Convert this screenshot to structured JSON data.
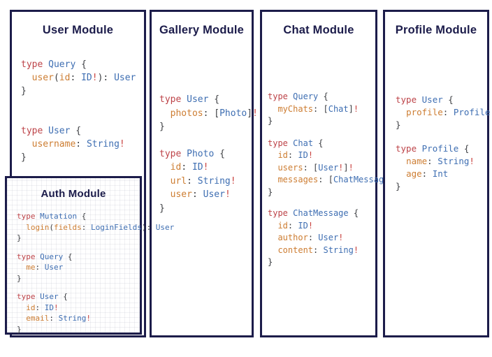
{
  "colors": {
    "border": "#1c1c4a",
    "title": "#1b1b4a",
    "keyword": "#bd4348",
    "type": "#3e6eb2",
    "field": "#cd7d32",
    "punct": "#3c3e42",
    "bang": "#c9423f"
  },
  "panels": [
    {
      "id": "user-module",
      "title": "User Module",
      "blocks": [
        [
          [
            {
              "c": "k",
              "t": "type"
            },
            {
              "c": "p",
              "t": " "
            },
            {
              "c": "t",
              "t": "Query"
            },
            {
              "c": "p",
              "t": " {"
            }
          ],
          [
            {
              "c": "p",
              "t": "  "
            },
            {
              "c": "f",
              "t": "user"
            },
            {
              "c": "p",
              "t": "("
            },
            {
              "c": "f",
              "t": "id"
            },
            {
              "c": "p",
              "t": ": "
            },
            {
              "c": "t",
              "t": "ID"
            },
            {
              "c": "b",
              "t": "!"
            },
            {
              "c": "p",
              "t": "): "
            },
            {
              "c": "t",
              "t": "User"
            }
          ],
          [
            {
              "c": "p",
              "t": "}"
            }
          ]
        ],
        [
          [
            {
              "c": "k",
              "t": "type"
            },
            {
              "c": "p",
              "t": " "
            },
            {
              "c": "t",
              "t": "User"
            },
            {
              "c": "p",
              "t": " {"
            }
          ],
          [
            {
              "c": "p",
              "t": "  "
            },
            {
              "c": "f",
              "t": "username"
            },
            {
              "c": "p",
              "t": ": "
            },
            {
              "c": "t",
              "t": "String"
            },
            {
              "c": "b",
              "t": "!"
            }
          ],
          [
            {
              "c": "p",
              "t": "}"
            }
          ]
        ]
      ]
    },
    {
      "id": "auth-module",
      "title": "Auth Module",
      "blocks": [
        [
          [
            {
              "c": "k",
              "t": "type"
            },
            {
              "c": "p",
              "t": " "
            },
            {
              "c": "t",
              "t": "Mutation"
            },
            {
              "c": "p",
              "t": " {"
            }
          ],
          [
            {
              "c": "p",
              "t": "  "
            },
            {
              "c": "f",
              "t": "login"
            },
            {
              "c": "p",
              "t": "("
            },
            {
              "c": "f",
              "t": "fields"
            },
            {
              "c": "p",
              "t": ": "
            },
            {
              "c": "t",
              "t": "LoginFields"
            },
            {
              "c": "p",
              "t": "): "
            },
            {
              "c": "t",
              "t": "User"
            }
          ],
          [
            {
              "c": "p",
              "t": "}"
            }
          ]
        ],
        [
          [
            {
              "c": "k",
              "t": "type"
            },
            {
              "c": "p",
              "t": " "
            },
            {
              "c": "t",
              "t": "Query"
            },
            {
              "c": "p",
              "t": " {"
            }
          ],
          [
            {
              "c": "p",
              "t": "  "
            },
            {
              "c": "f",
              "t": "me"
            },
            {
              "c": "p",
              "t": ": "
            },
            {
              "c": "t",
              "t": "User"
            }
          ],
          [
            {
              "c": "p",
              "t": "}"
            }
          ]
        ],
        [
          [
            {
              "c": "k",
              "t": "type"
            },
            {
              "c": "p",
              "t": " "
            },
            {
              "c": "t",
              "t": "User"
            },
            {
              "c": "p",
              "t": " {"
            }
          ],
          [
            {
              "c": "p",
              "t": "  "
            },
            {
              "c": "f",
              "t": "id"
            },
            {
              "c": "p",
              "t": ": "
            },
            {
              "c": "t",
              "t": "ID"
            },
            {
              "c": "b",
              "t": "!"
            }
          ],
          [
            {
              "c": "p",
              "t": "  "
            },
            {
              "c": "f",
              "t": "email"
            },
            {
              "c": "p",
              "t": ": "
            },
            {
              "c": "t",
              "t": "String"
            },
            {
              "c": "b",
              "t": "!"
            }
          ],
          [
            {
              "c": "p",
              "t": "}"
            }
          ]
        ]
      ]
    },
    {
      "id": "gallery-module",
      "title": "Gallery Module",
      "blocks": [
        [
          [
            {
              "c": "k",
              "t": "type"
            },
            {
              "c": "p",
              "t": " "
            },
            {
              "c": "t",
              "t": "User"
            },
            {
              "c": "p",
              "t": " {"
            }
          ],
          [
            {
              "c": "p",
              "t": "  "
            },
            {
              "c": "f",
              "t": "photos"
            },
            {
              "c": "p",
              "t": ": ["
            },
            {
              "c": "t",
              "t": "Photo"
            },
            {
              "c": "p",
              "t": "]"
            },
            {
              "c": "b",
              "t": "!"
            }
          ],
          [
            {
              "c": "p",
              "t": "}"
            }
          ]
        ],
        [
          [
            {
              "c": "k",
              "t": "type"
            },
            {
              "c": "p",
              "t": " "
            },
            {
              "c": "t",
              "t": "Photo"
            },
            {
              "c": "p",
              "t": " {"
            }
          ],
          [
            {
              "c": "p",
              "t": "  "
            },
            {
              "c": "f",
              "t": "id"
            },
            {
              "c": "p",
              "t": ": "
            },
            {
              "c": "t",
              "t": "ID"
            },
            {
              "c": "b",
              "t": "!"
            }
          ],
          [
            {
              "c": "p",
              "t": "  "
            },
            {
              "c": "f",
              "t": "url"
            },
            {
              "c": "p",
              "t": ": "
            },
            {
              "c": "t",
              "t": "String"
            },
            {
              "c": "b",
              "t": "!"
            }
          ],
          [
            {
              "c": "p",
              "t": "  "
            },
            {
              "c": "f",
              "t": "user"
            },
            {
              "c": "p",
              "t": ": "
            },
            {
              "c": "t",
              "t": "User"
            },
            {
              "c": "b",
              "t": "!"
            }
          ],
          [
            {
              "c": "p",
              "t": "}"
            }
          ]
        ]
      ]
    },
    {
      "id": "chat-module",
      "title": "Chat Module",
      "blocks": [
        [
          [
            {
              "c": "k",
              "t": "type"
            },
            {
              "c": "p",
              "t": " "
            },
            {
              "c": "t",
              "t": "Query"
            },
            {
              "c": "p",
              "t": " {"
            }
          ],
          [
            {
              "c": "p",
              "t": "  "
            },
            {
              "c": "f",
              "t": "myChats"
            },
            {
              "c": "p",
              "t": ": ["
            },
            {
              "c": "t",
              "t": "Chat"
            },
            {
              "c": "p",
              "t": "]"
            },
            {
              "c": "b",
              "t": "!"
            }
          ],
          [
            {
              "c": "p",
              "t": "}"
            }
          ]
        ],
        [
          [
            {
              "c": "k",
              "t": "type"
            },
            {
              "c": "p",
              "t": " "
            },
            {
              "c": "t",
              "t": "Chat"
            },
            {
              "c": "p",
              "t": " {"
            }
          ],
          [
            {
              "c": "p",
              "t": "  "
            },
            {
              "c": "f",
              "t": "id"
            },
            {
              "c": "p",
              "t": ": "
            },
            {
              "c": "t",
              "t": "ID"
            },
            {
              "c": "b",
              "t": "!"
            }
          ],
          [
            {
              "c": "p",
              "t": "  "
            },
            {
              "c": "f",
              "t": "users"
            },
            {
              "c": "p",
              "t": ": ["
            },
            {
              "c": "t",
              "t": "User"
            },
            {
              "c": "b",
              "t": "!"
            },
            {
              "c": "p",
              "t": "]"
            },
            {
              "c": "b",
              "t": "!"
            }
          ],
          [
            {
              "c": "p",
              "t": "  "
            },
            {
              "c": "f",
              "t": "messages"
            },
            {
              "c": "p",
              "t": ": ["
            },
            {
              "c": "t",
              "t": "ChatMessage"
            },
            {
              "c": "p",
              "t": "]"
            },
            {
              "c": "b",
              "t": "!"
            }
          ],
          [
            {
              "c": "p",
              "t": "}"
            }
          ]
        ],
        [
          [
            {
              "c": "k",
              "t": "type"
            },
            {
              "c": "p",
              "t": " "
            },
            {
              "c": "t",
              "t": "ChatMessage"
            },
            {
              "c": "p",
              "t": " {"
            }
          ],
          [
            {
              "c": "p",
              "t": "  "
            },
            {
              "c": "f",
              "t": "id"
            },
            {
              "c": "p",
              "t": ": "
            },
            {
              "c": "t",
              "t": "ID"
            },
            {
              "c": "b",
              "t": "!"
            }
          ],
          [
            {
              "c": "p",
              "t": "  "
            },
            {
              "c": "f",
              "t": "author"
            },
            {
              "c": "p",
              "t": ": "
            },
            {
              "c": "t",
              "t": "User"
            },
            {
              "c": "b",
              "t": "!"
            }
          ],
          [
            {
              "c": "p",
              "t": "  "
            },
            {
              "c": "f",
              "t": "content"
            },
            {
              "c": "p",
              "t": ": "
            },
            {
              "c": "t",
              "t": "String"
            },
            {
              "c": "b",
              "t": "!"
            }
          ],
          [
            {
              "c": "p",
              "t": "}"
            }
          ]
        ]
      ]
    },
    {
      "id": "profile-module",
      "title": "Profile Module",
      "blocks": [
        [
          [
            {
              "c": "k",
              "t": "type"
            },
            {
              "c": "p",
              "t": " "
            },
            {
              "c": "t",
              "t": "User"
            },
            {
              "c": "p",
              "t": " {"
            }
          ],
          [
            {
              "c": "p",
              "t": "  "
            },
            {
              "c": "f",
              "t": "profile"
            },
            {
              "c": "p",
              "t": ": "
            },
            {
              "c": "t",
              "t": "Profile"
            },
            {
              "c": "b",
              "t": "!"
            }
          ],
          [
            {
              "c": "p",
              "t": "}"
            }
          ]
        ],
        [
          [
            {
              "c": "k",
              "t": "type"
            },
            {
              "c": "p",
              "t": " "
            },
            {
              "c": "t",
              "t": "Profile"
            },
            {
              "c": "p",
              "t": " {"
            }
          ],
          [
            {
              "c": "p",
              "t": "  "
            },
            {
              "c": "f",
              "t": "name"
            },
            {
              "c": "p",
              "t": ": "
            },
            {
              "c": "t",
              "t": "String"
            },
            {
              "c": "b",
              "t": "!"
            }
          ],
          [
            {
              "c": "p",
              "t": "  "
            },
            {
              "c": "f",
              "t": "age"
            },
            {
              "c": "p",
              "t": ": "
            },
            {
              "c": "t",
              "t": "Int"
            }
          ],
          [
            {
              "c": "p",
              "t": "}"
            }
          ]
        ]
      ]
    }
  ],
  "titles": {
    "user": "User Module",
    "auth": "Auth Module",
    "gallery": "Gallery Module",
    "chat": "Chat Module",
    "profile": "Profile Module"
  }
}
